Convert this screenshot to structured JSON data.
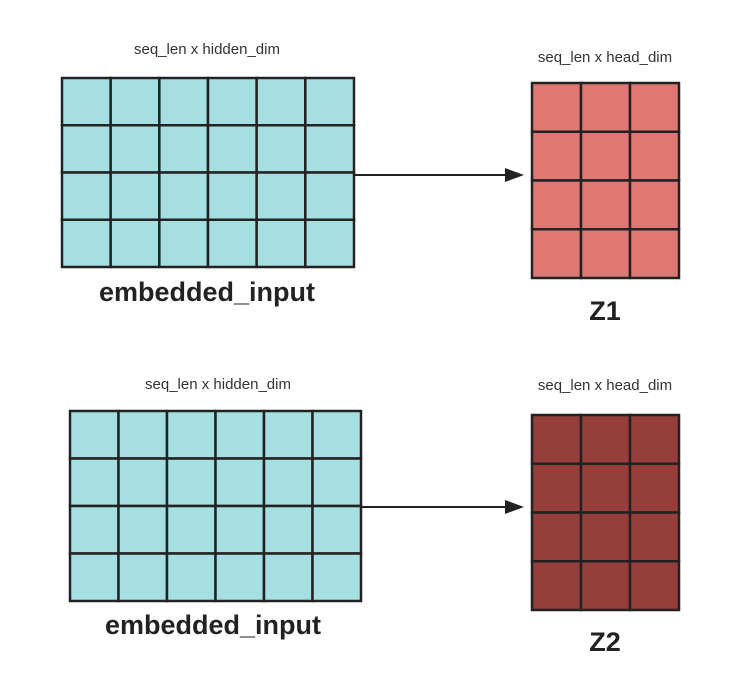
{
  "colors": {
    "input_fill": "#a6dfe1",
    "z1_fill": "#df7773",
    "z2_fill": "#953e3a",
    "grid_stroke": "#222222",
    "arrow_stroke": "#222222"
  },
  "rows": [
    {
      "input": {
        "dim_label": "seq_len x hidden_dim",
        "name": "embedded_input",
        "rows": 4,
        "cols": 6
      },
      "output": {
        "dim_label": "seq_len x head_dim",
        "name": "Z1",
        "rows": 4,
        "cols": 3,
        "color_key": "z1_fill"
      }
    },
    {
      "input": {
        "dim_label": "seq_len x hidden_dim",
        "name": "embedded_input",
        "rows": 4,
        "cols": 6
      },
      "output": {
        "dim_label": "seq_len x head_dim",
        "name": "Z2",
        "rows": 4,
        "cols": 3,
        "color_key": "z2_fill"
      }
    }
  ]
}
